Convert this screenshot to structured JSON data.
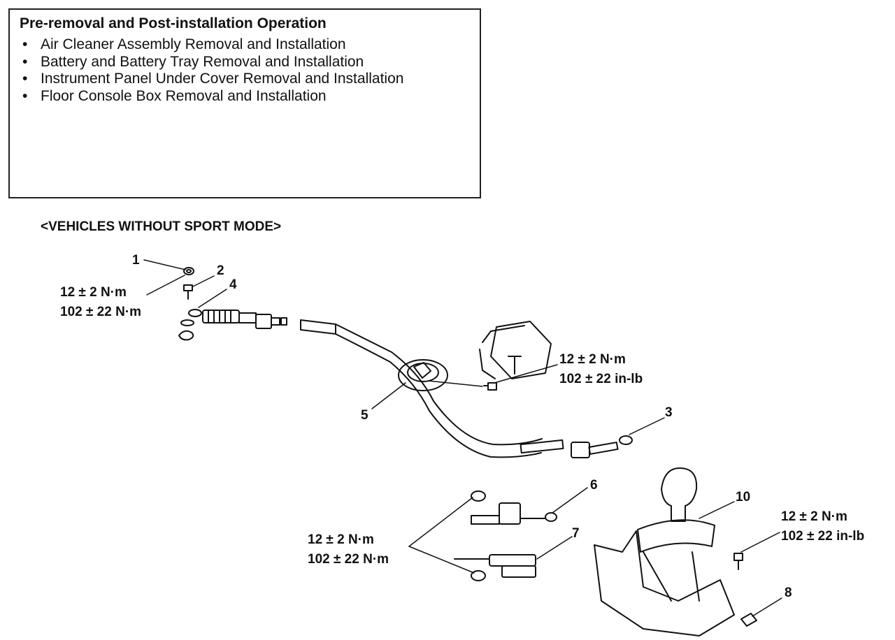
{
  "operations": {
    "title": "Pre-removal and Post-installation Operation",
    "items": [
      "Air Cleaner Assembly Removal and Installation",
      "Battery and Battery Tray Removal and Installation",
      "Instrument Panel Under Cover Removal and Installation",
      "Floor Console Box Removal and Installation"
    ]
  },
  "section_label": "<VEHICLES WITHOUT SPORT MODE>",
  "torque_specs": {
    "top_left": [
      "12 ± 2 N·m",
      "102 ± 22 N·m"
    ],
    "mid": [
      "12 ± 2 N·m",
      "102 ± 22 in-lb"
    ],
    "bottom_left": [
      "12 ± 2 N·m",
      "102 ± 22 N·m"
    ],
    "right": [
      "12 ± 2 N·m",
      "102 ± 22 in-lb"
    ]
  },
  "callouts": [
    "1",
    "2",
    "3",
    "4",
    "5",
    "6",
    "7",
    "8",
    "10"
  ]
}
